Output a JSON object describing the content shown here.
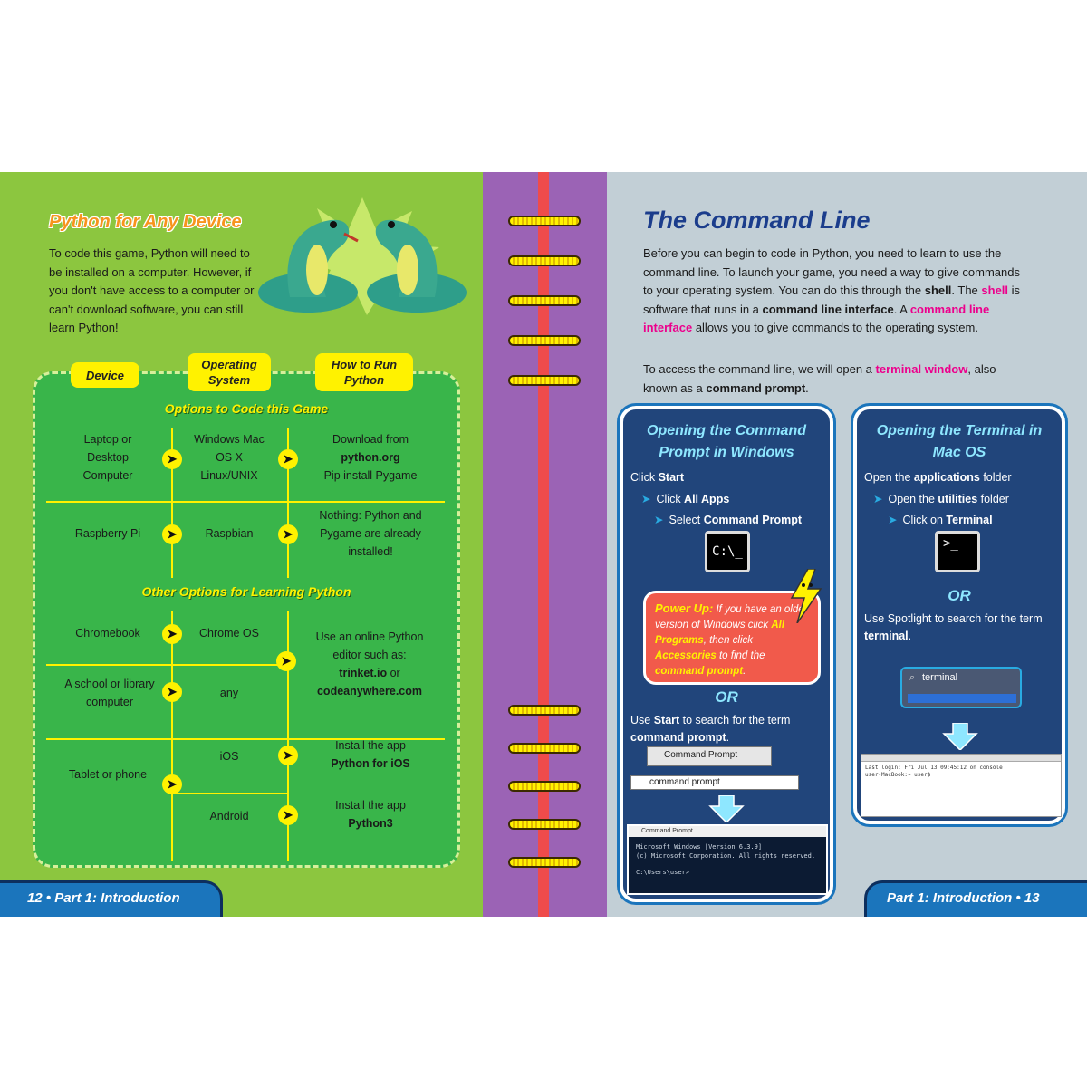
{
  "left": {
    "title": "Python for Any Device",
    "intro": "To code this game, Python will need to be installed on a computer. However, if you don't have access to a computer or can't download software, you can still learn Python!",
    "tabs": {
      "device": "Device",
      "os": "Operating System",
      "run": "How to Run Python"
    },
    "section1_title": "Options to Code this Game",
    "section2_title": "Other Options for Learning Python",
    "rows": {
      "laptop_device": "Laptop or Desktop Computer",
      "laptop_os": "Windows Mac OS X Linux/UNIX",
      "laptop_run_1": "Download from",
      "laptop_run_2": "python.org",
      "laptop_run_3": "Pip install Pygame",
      "pi_device": "Raspberry Pi",
      "pi_os": "Raspbian",
      "pi_run": "Nothing: Python and Pygame are already installed!",
      "chromebook_device": "Chromebook",
      "chromebook_os": "Chrome OS",
      "school_device": "A school or library computer",
      "school_os": "any",
      "online_run_1": "Use an online Python editor such as:",
      "online_run_2": "trinket.io",
      "online_run_3": "or",
      "online_run_4": "codeanywhere.com",
      "tablet_device": "Tablet or phone",
      "ios_os": "iOS",
      "ios_run_1": "Install the app",
      "ios_run_2": "Python for iOS",
      "android_os": "Android",
      "android_run_1": "Install the app",
      "android_run_2": "Python3"
    },
    "arrow_glyph": "➤",
    "footer": "12 • Part 1: Introduction"
  },
  "right": {
    "title": "The Command Line",
    "intro_1": "Before you can begin to code in Python, you need to learn to use the command line. To launch your game, you need a way to give commands to your operating system. You can do this through the ",
    "intro_shell_bold": "shell",
    "intro_2": ". The ",
    "intro_shell_pink": "shell",
    "intro_3": " is software that runs in a ",
    "intro_cli_bold": "command line interface",
    "intro_4": ". A ",
    "intro_cli_pink": "command line interface",
    "intro_5": " allows you to give commands to the operating system.",
    "intro2_1": "To access the command line, we will open a ",
    "intro2_terminal": "terminal window",
    "intro2_2": ", also known as a ",
    "intro2_cmd": "command prompt",
    "intro2_3": ".",
    "win": {
      "title": "Opening the Command Prompt in Windows",
      "step1_pre": "Click ",
      "step1_b": "Start",
      "step2_pre": "Click ",
      "step2_b": "All Apps",
      "step3_pre": "Select ",
      "step3_b": "Command Prompt",
      "icon_text": "C:\\_",
      "power_head": "Power Up:",
      "power_1": " If you have an older version of Windows click ",
      "power_all": "All Programs",
      "power_2": ", then click ",
      "power_acc": "Accessories",
      "power_3": " to find the ",
      "power_cmd": "command prompt",
      "power_4": ".",
      "or": "OR",
      "search_1": "Use ",
      "search_start": "Start",
      "search_2": " to search for the term ",
      "search_term": "command prompt",
      "search_3": ".",
      "search_result": "Command Prompt",
      "search_query": "command prompt",
      "cmd_bar": "Command Prompt",
      "cmd_line1": "Microsoft Windows [Version 6.3.9]",
      "cmd_line2": "(c) Microsoft Corporation. All rights reserved.",
      "cmd_line3": "C:\\Users\\user>"
    },
    "mac": {
      "title": "Opening the Terminal in Mac OS",
      "step1_pre": "Open the ",
      "step1_b": "applications",
      "step1_post": " folder",
      "step2_pre": "Open the ",
      "step2_b": "utilities",
      "step2_post": " folder",
      "step3_pre": "Click on ",
      "step3_b": "Terminal",
      "icon_text": ">_",
      "or": "OR",
      "spot_1": "Use Spotlight to search for the term ",
      "spot_term": "terminal",
      "spot_2": ".",
      "spot_query": "terminal",
      "term_line1": "Last login: Fri Jul 13 09:45:12 on console",
      "term_line2": "user-MacBook:~ user$"
    },
    "footer": "Part 1: Introduction • 13"
  }
}
